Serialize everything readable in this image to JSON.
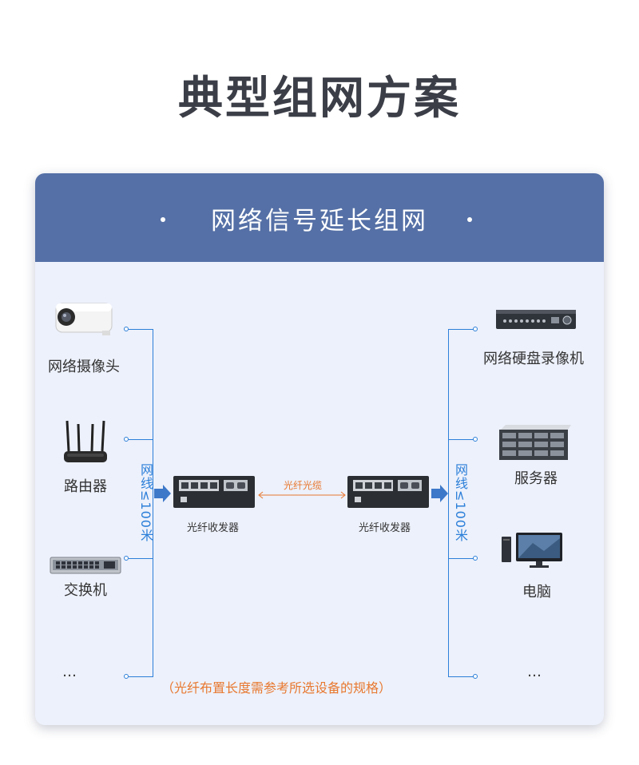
{
  "page_title": "典型组网方案",
  "panel": {
    "title": "网络信号延长组网",
    "header_color": "#5570a6",
    "background_color": "#edf1fb"
  },
  "left_devices": [
    {
      "label": "网络摄像头",
      "icon": "ip-camera-icon"
    },
    {
      "label": "路由器",
      "icon": "router-icon"
    },
    {
      "label": "交换机",
      "icon": "switch-icon"
    },
    {
      "label": "…",
      "icon": ""
    }
  ],
  "right_devices": [
    {
      "label": "网络硬盘录像机",
      "icon": "nvr-icon"
    },
    {
      "label": "服务器",
      "icon": "server-icon"
    },
    {
      "label": "电脑",
      "icon": "computer-icon"
    },
    {
      "label": "…",
      "icon": ""
    }
  ],
  "cable_label_left": "网线≤100米",
  "cable_label_right": "网线≤100米",
  "transceiver_left_label": "光纤收发器",
  "transceiver_right_label": "光纤收发器",
  "fiber_label": "光纤光缆",
  "note": "（光纤布置长度需参考所选设备的规格）",
  "colors": {
    "cable": "#2c7fd9",
    "fiber": "#e8782f",
    "title": "#3b3e47"
  }
}
